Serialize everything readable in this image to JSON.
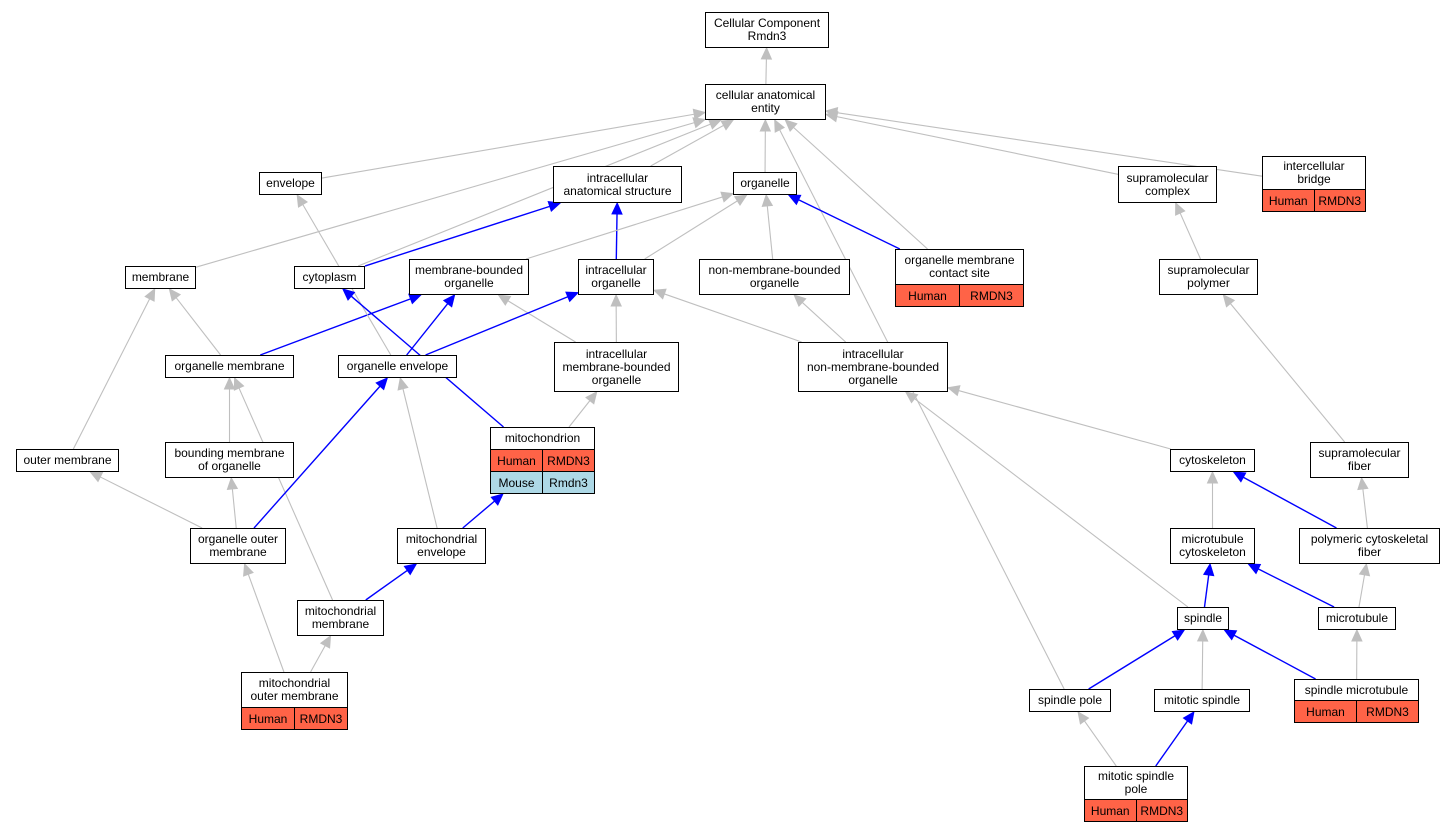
{
  "colors": {
    "grey_edge": "#bfbfbf",
    "blue_edge": "#0000ff",
    "human": "#ff6347",
    "mouse": "#add8e6"
  },
  "nodes": [
    {
      "id": "root",
      "label": "Cellular Component\nRmdn3"
    },
    {
      "id": "cae",
      "label": "cellular anatomical\nentity"
    },
    {
      "id": "envelope",
      "label": "envelope"
    },
    {
      "id": "ias",
      "label": "intracellular\nanatomical structure"
    },
    {
      "id": "organelle",
      "label": "organelle"
    },
    {
      "id": "supcomplex",
      "label": "supramolecular\ncomplex"
    },
    {
      "id": "icbridge",
      "label": "intercellular\nbridge",
      "genes": [
        {
          "species": "Human",
          "gene": "RMDN3"
        }
      ]
    },
    {
      "id": "membrane",
      "label": "membrane"
    },
    {
      "id": "cytoplasm",
      "label": "cytoplasm"
    },
    {
      "id": "mbo",
      "label": "membrane-bounded\norganelle"
    },
    {
      "id": "io",
      "label": "intracellular\norganelle"
    },
    {
      "id": "nmbo",
      "label": "non-membrane-bounded\norganelle"
    },
    {
      "id": "omcs",
      "label": "organelle membrane\ncontact site",
      "genes": [
        {
          "species": "Human",
          "gene": "RMDN3"
        }
      ]
    },
    {
      "id": "suppolymer",
      "label": "supramolecular\npolymer"
    },
    {
      "id": "orgmem",
      "label": "organelle membrane"
    },
    {
      "id": "orgenv",
      "label": "organelle envelope"
    },
    {
      "id": "imbo",
      "label": "intracellular\nmembrane-bounded\norganelle"
    },
    {
      "id": "inmbo",
      "label": "intracellular\nnon-membrane-bounded\norganelle"
    },
    {
      "id": "outermem",
      "label": "outer membrane"
    },
    {
      "id": "bmo",
      "label": "bounding membrane\nof organelle"
    },
    {
      "id": "mito",
      "label": "mitochondrion",
      "genes": [
        {
          "species": "Human",
          "gene": "RMDN3"
        },
        {
          "species": "Mouse",
          "gene": "Rmdn3"
        }
      ]
    },
    {
      "id": "cytoskel",
      "label": "cytoskeleton"
    },
    {
      "id": "supfiber",
      "label": "supramolecular\nfiber"
    },
    {
      "id": "oom",
      "label": "organelle outer\nmembrane"
    },
    {
      "id": "mitoenv",
      "label": "mitochondrial\nenvelope"
    },
    {
      "id": "mtcyto",
      "label": "microtubule\ncytoskeleton"
    },
    {
      "id": "pcf",
      "label": "polymeric cytoskeletal\nfiber"
    },
    {
      "id": "mitomem",
      "label": "mitochondrial\nmembrane"
    },
    {
      "id": "spindle",
      "label": "spindle"
    },
    {
      "id": "microtubule",
      "label": "microtubule"
    },
    {
      "id": "mitoom",
      "label": "mitochondrial\nouter membrane",
      "genes": [
        {
          "species": "Human",
          "gene": "RMDN3"
        }
      ]
    },
    {
      "id": "spole",
      "label": "spindle pole"
    },
    {
      "id": "mspindle",
      "label": "mitotic spindle"
    },
    {
      "id": "smt",
      "label": "spindle microtubule",
      "genes": [
        {
          "species": "Human",
          "gene": "RMDN3"
        }
      ]
    },
    {
      "id": "msp",
      "label": "mitotic spindle\npole",
      "genes": [
        {
          "species": "Human",
          "gene": "RMDN3"
        }
      ]
    }
  ],
  "edges": [
    {
      "from": "cae",
      "to": "root",
      "type": "grey"
    },
    {
      "from": "envelope",
      "to": "cae",
      "type": "grey"
    },
    {
      "from": "ias",
      "to": "cae",
      "type": "grey"
    },
    {
      "from": "organelle",
      "to": "cae",
      "type": "grey"
    },
    {
      "from": "supcomplex",
      "to": "cae",
      "type": "grey"
    },
    {
      "from": "icbridge",
      "to": "cae",
      "type": "grey"
    },
    {
      "from": "membrane",
      "to": "cae",
      "type": "grey"
    },
    {
      "from": "cytoplasm",
      "to": "cae",
      "type": "grey"
    },
    {
      "from": "omcs",
      "to": "cae",
      "type": "grey"
    },
    {
      "from": "spole",
      "to": "cae",
      "type": "grey"
    },
    {
      "from": "cytoplasm",
      "to": "ias",
      "type": "blue"
    },
    {
      "from": "io",
      "to": "ias",
      "type": "blue"
    },
    {
      "from": "mbo",
      "to": "organelle",
      "type": "grey"
    },
    {
      "from": "io",
      "to": "organelle",
      "type": "grey"
    },
    {
      "from": "nmbo",
      "to": "organelle",
      "type": "grey"
    },
    {
      "from": "omcs",
      "to": "organelle",
      "type": "blue"
    },
    {
      "from": "suppolymer",
      "to": "supcomplex",
      "type": "grey"
    },
    {
      "from": "orgmem",
      "to": "membrane",
      "type": "grey"
    },
    {
      "from": "outermem",
      "to": "membrane",
      "type": "grey"
    },
    {
      "from": "orgmem",
      "to": "mbo",
      "type": "blue"
    },
    {
      "from": "orgenv",
      "to": "mbo",
      "type": "blue"
    },
    {
      "from": "imbo",
      "to": "mbo",
      "type": "grey"
    },
    {
      "from": "orgenv",
      "to": "io",
      "type": "blue"
    },
    {
      "from": "imbo",
      "to": "io",
      "type": "grey"
    },
    {
      "from": "inmbo",
      "to": "io",
      "type": "grey"
    },
    {
      "from": "inmbo",
      "to": "nmbo",
      "type": "grey"
    },
    {
      "from": "orgenv",
      "to": "envelope",
      "type": "grey"
    },
    {
      "from": "mito",
      "to": "cytoplasm",
      "type": "blue"
    },
    {
      "from": "mito",
      "to": "imbo",
      "type": "grey"
    },
    {
      "from": "bmo",
      "to": "orgmem",
      "type": "grey"
    },
    {
      "from": "mitomem",
      "to": "orgmem",
      "type": "grey"
    },
    {
      "from": "oom",
      "to": "outermem",
      "type": "grey"
    },
    {
      "from": "oom",
      "to": "bmo",
      "type": "grey"
    },
    {
      "from": "oom",
      "to": "orgenv",
      "type": "blue"
    },
    {
      "from": "mitoenv",
      "to": "orgenv",
      "type": "grey"
    },
    {
      "from": "mitoenv",
      "to": "mito",
      "type": "blue"
    },
    {
      "from": "mitomem",
      "to": "mitoenv",
      "type": "blue"
    },
    {
      "from": "mitoom",
      "to": "oom",
      "type": "grey"
    },
    {
      "from": "mitoom",
      "to": "mitomem",
      "type": "grey"
    },
    {
      "from": "cytoskel",
      "to": "inmbo",
      "type": "grey"
    },
    {
      "from": "spindle",
      "to": "inmbo",
      "type": "grey"
    },
    {
      "from": "supfiber",
      "to": "suppolymer",
      "type": "grey"
    },
    {
      "from": "pcf",
      "to": "supfiber",
      "type": "grey"
    },
    {
      "from": "mtcyto",
      "to": "cytoskel",
      "type": "grey"
    },
    {
      "from": "pcf",
      "to": "cytoskel",
      "type": "blue"
    },
    {
      "from": "spindle",
      "to": "mtcyto",
      "type": "blue"
    },
    {
      "from": "microtubule",
      "to": "mtcyto",
      "type": "blue"
    },
    {
      "from": "microtubule",
      "to": "pcf",
      "type": "grey"
    },
    {
      "from": "spole",
      "to": "spindle",
      "type": "blue"
    },
    {
      "from": "mspindle",
      "to": "spindle",
      "type": "grey"
    },
    {
      "from": "smt",
      "to": "spindle",
      "type": "blue"
    },
    {
      "from": "smt",
      "to": "microtubule",
      "type": "grey"
    },
    {
      "from": "msp",
      "to": "spole",
      "type": "grey"
    },
    {
      "from": "msp",
      "to": "mspindle",
      "type": "blue"
    }
  ]
}
